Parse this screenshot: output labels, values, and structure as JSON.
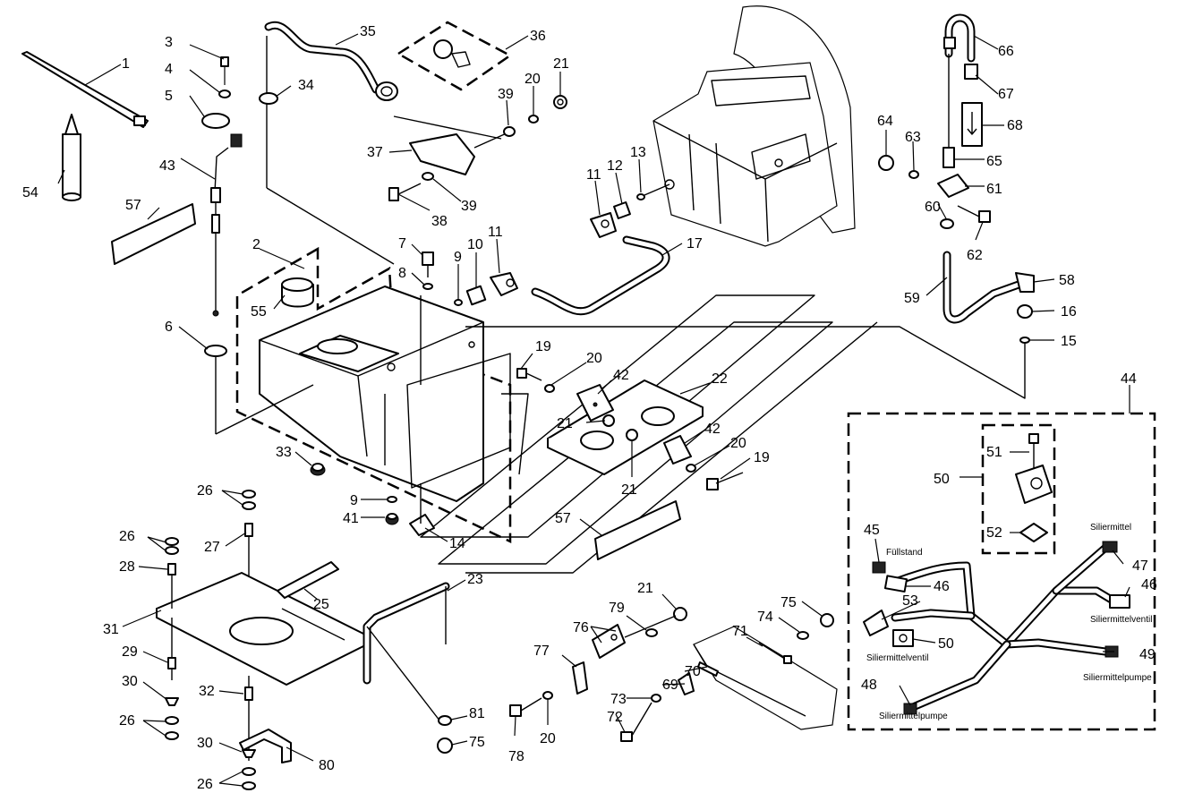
{
  "part_numbers": [
    {
      "id": "p1",
      "text": "1"
    },
    {
      "id": "p2",
      "text": "2"
    },
    {
      "id": "p3",
      "text": "3"
    },
    {
      "id": "p4",
      "text": "4"
    },
    {
      "id": "p5",
      "text": "5"
    },
    {
      "id": "p6",
      "text": "6"
    },
    {
      "id": "p7",
      "text": "7"
    },
    {
      "id": "p8",
      "text": "8"
    },
    {
      "id": "p9a",
      "text": "9"
    },
    {
      "id": "p9b",
      "text": "9"
    },
    {
      "id": "p10",
      "text": "10"
    },
    {
      "id": "p11a",
      "text": "11"
    },
    {
      "id": "p11b",
      "text": "11"
    },
    {
      "id": "p12",
      "text": "12"
    },
    {
      "id": "p13",
      "text": "13"
    },
    {
      "id": "p14",
      "text": "14"
    },
    {
      "id": "p15",
      "text": "15"
    },
    {
      "id": "p16",
      "text": "16"
    },
    {
      "id": "p17",
      "text": "17"
    },
    {
      "id": "p19a",
      "text": "19"
    },
    {
      "id": "p19b",
      "text": "19"
    },
    {
      "id": "p20a",
      "text": "20"
    },
    {
      "id": "p20b",
      "text": "20"
    },
    {
      "id": "p20c",
      "text": "20"
    },
    {
      "id": "p20d",
      "text": "20"
    },
    {
      "id": "p21a",
      "text": "21"
    },
    {
      "id": "p21b",
      "text": "21"
    },
    {
      "id": "p21c",
      "text": "21"
    },
    {
      "id": "p21d",
      "text": "21"
    },
    {
      "id": "p22",
      "text": "22"
    },
    {
      "id": "p23",
      "text": "23"
    },
    {
      "id": "p25",
      "text": "25"
    },
    {
      "id": "p26a",
      "text": "26"
    },
    {
      "id": "p26b",
      "text": "26"
    },
    {
      "id": "p26c",
      "text": "26"
    },
    {
      "id": "p26d",
      "text": "26"
    },
    {
      "id": "p27",
      "text": "27"
    },
    {
      "id": "p28",
      "text": "28"
    },
    {
      "id": "p29",
      "text": "29"
    },
    {
      "id": "p30a",
      "text": "30"
    },
    {
      "id": "p30b",
      "text": "30"
    },
    {
      "id": "p31",
      "text": "31"
    },
    {
      "id": "p32",
      "text": "32"
    },
    {
      "id": "p33",
      "text": "33"
    },
    {
      "id": "p34",
      "text": "34"
    },
    {
      "id": "p35",
      "text": "35"
    },
    {
      "id": "p36",
      "text": "36"
    },
    {
      "id": "p37",
      "text": "37"
    },
    {
      "id": "p38",
      "text": "38"
    },
    {
      "id": "p39a",
      "text": "39"
    },
    {
      "id": "p39b",
      "text": "39"
    },
    {
      "id": "p41",
      "text": "41"
    },
    {
      "id": "p42a",
      "text": "42"
    },
    {
      "id": "p42b",
      "text": "42"
    },
    {
      "id": "p43",
      "text": "43"
    },
    {
      "id": "p44",
      "text": "44"
    },
    {
      "id": "p45",
      "text": "45"
    },
    {
      "id": "p46a",
      "text": "46"
    },
    {
      "id": "p46b",
      "text": "46"
    },
    {
      "id": "p47",
      "text": "47"
    },
    {
      "id": "p48",
      "text": "48"
    },
    {
      "id": "p49",
      "text": "49"
    },
    {
      "id": "p50a",
      "text": "50"
    },
    {
      "id": "p50b",
      "text": "50"
    },
    {
      "id": "p51",
      "text": "51"
    },
    {
      "id": "p52",
      "text": "52"
    },
    {
      "id": "p53",
      "text": "53"
    },
    {
      "id": "p54",
      "text": "54"
    },
    {
      "id": "p55",
      "text": "55"
    },
    {
      "id": "p57a",
      "text": "57"
    },
    {
      "id": "p57b",
      "text": "57"
    },
    {
      "id": "p58",
      "text": "58"
    },
    {
      "id": "p59",
      "text": "59"
    },
    {
      "id": "p60",
      "text": "60"
    },
    {
      "id": "p61",
      "text": "61"
    },
    {
      "id": "p62",
      "text": "62"
    },
    {
      "id": "p63",
      "text": "63"
    },
    {
      "id": "p64",
      "text": "64"
    },
    {
      "id": "p65",
      "text": "65"
    },
    {
      "id": "p66",
      "text": "66"
    },
    {
      "id": "p67",
      "text": "67"
    },
    {
      "id": "p68",
      "text": "68"
    },
    {
      "id": "p69",
      "text": "69"
    },
    {
      "id": "p70",
      "text": "70"
    },
    {
      "id": "p71",
      "text": "71"
    },
    {
      "id": "p72",
      "text": "72"
    },
    {
      "id": "p73",
      "text": "73"
    },
    {
      "id": "p74",
      "text": "74"
    },
    {
      "id": "p75a",
      "text": "75"
    },
    {
      "id": "p75b",
      "text": "75"
    },
    {
      "id": "p76",
      "text": "76"
    },
    {
      "id": "p77",
      "text": "77"
    },
    {
      "id": "p78",
      "text": "78"
    },
    {
      "id": "p79",
      "text": "79"
    },
    {
      "id": "p80",
      "text": "80"
    },
    {
      "id": "p81",
      "text": "81"
    }
  ],
  "captions": {
    "fuellstand": "Füllstand",
    "siliermittel": "Siliermittel",
    "siliermittelventil_right": "Siliermittelventil",
    "siliermittelventil_left": "Siliermittelventil",
    "siliermittelpumpe_right": "Siliermittelpumpe",
    "siliermittelpumpe_left": "Siliermittelpumpe"
  }
}
